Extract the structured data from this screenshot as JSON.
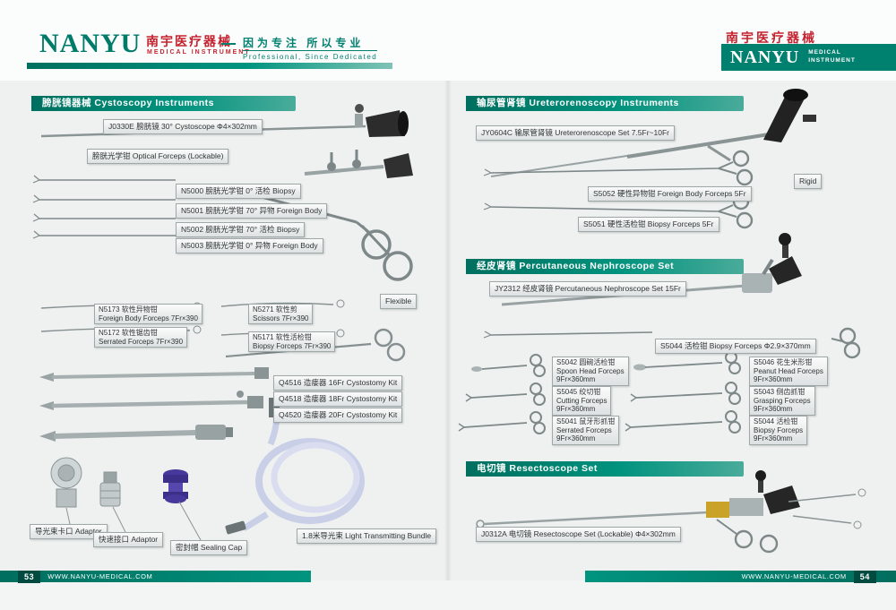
{
  "accent_color": "#00806f",
  "header": {
    "logo": "NANYU",
    "logo_cn": "南宇医疗器械",
    "logo_sub": "MEDICAL  INSTRUMENT",
    "slogan_cn": "因为专注 所以专业",
    "slogan_en": "Professional, Since Dedicated",
    "right_cn": "南宇医疗器械",
    "right_logo": "NANYU",
    "right_sub1": "MEDICAL",
    "right_sub2": "INSTRUMENT"
  },
  "footer": {
    "left_page_no": "53",
    "left_url": "WWW.NANYU-MEDICAL.COM",
    "right_url": "WWW.NANYU-MEDICAL.COM",
    "right_page_no": "54"
  },
  "sections": {
    "cystoscopy": "膀胱镜器械  Cystoscopy Instruments",
    "uretero": "输尿管肾镜 Ureterorenoscopy Instruments",
    "nephro": "经皮肾镜 Percutaneous Nephroscope Set",
    "resecto": "电切镜  Resectoscope Set"
  },
  "labels": {
    "j0330e": "J0330E 膀胱镜 30°  Cystoscope  Φ4×302mm",
    "optical": "膀胱光学钳 Optical Forceps (Lockable)",
    "n5000": "N5000 膀胱光学钳  0°  活检 Biopsy",
    "n5001": "N5001 膀胱光学钳 70°  异物 Foreign Body",
    "n5002": "N5002 膀胱光学钳 70°  活检 Biopsy",
    "n5003": "N5003 膀胱光学钳  0°  异物 Foreign Body",
    "flexible": "Flexible",
    "rigid": "Rigid",
    "n5173": {
      "l1": "N5173 软性异物钳",
      "l2": "Foreign Body Forceps 7Fr×390"
    },
    "n5271": {
      "l1": "N5271 软性剪",
      "l2": "Scissors 7Fr×390"
    },
    "n5172": {
      "l1": "N5172 软性锯齿钳",
      "l2": "Serrated Forceps 7Fr×390"
    },
    "n5171": {
      "l1": "N5171 软性活检钳",
      "l2": "Biopsy Forceps 7Fr×390"
    },
    "q4516": "Q4516 造瘘器 16Fr Cystostomy Kit",
    "q4518": "Q4518 造瘘器 18Fr Cystostomy Kit",
    "q4520": "Q4520 造瘘器 20Fr Cystostomy Kit",
    "adaptor1": "导光束卡口 Adaptor",
    "adaptor2": "快速接口 Adaptor",
    "sealing_cap": "密封帽 Sealing Cap",
    "light_bundle": "1.8米导光束  Light Transmitting Bundle",
    "jy0604c": "JY0604C 输尿管肾镜 Ureterorenoscope Set 7.5Fr~10Fr",
    "s5052": "S5052 硬性异物钳 Foreign Body Forceps 5Fr",
    "s5051": "S5051 硬性活检钳 Biopsy Forceps 5Fr",
    "jy2312": "JY2312 经皮肾镜 Percutaneous Nephroscope Set 15Fr",
    "s5044_long": "S5044 活检钳 Biopsy Forceps Φ2.9×370mm",
    "s5042": {
      "l1": "S5042 圆碗活检钳",
      "l2": "Spoon Head Forceps",
      "l3": "9Fr×360mm"
    },
    "s5046": {
      "l1": "S5046 花生米形钳",
      "l2": "Peanut Head Forceps",
      "l3": "9Fr×360mm"
    },
    "s5045": {
      "l1": "S5045 绞切钳",
      "l2": "Cutting Forceps",
      "l3": "9Fr×360mm"
    },
    "s5043": {
      "l1": "S5043 侧齿抓钳",
      "l2": "Grasping Forceps",
      "l3": "9Fr×360mm"
    },
    "s5041": {
      "l1": "S5041 鼠牙形抓钳",
      "l2": "Serrated Forceps",
      "l3": "9Fr×360mm"
    },
    "s5044_small": {
      "l1": "S5044 活检钳",
      "l2": "Biopsy Forceps",
      "l3": "9Fr×360mm"
    },
    "j0312a": "J0312A 电切镜 Resectoscope Set (Lockable)  Φ4×302mm"
  }
}
